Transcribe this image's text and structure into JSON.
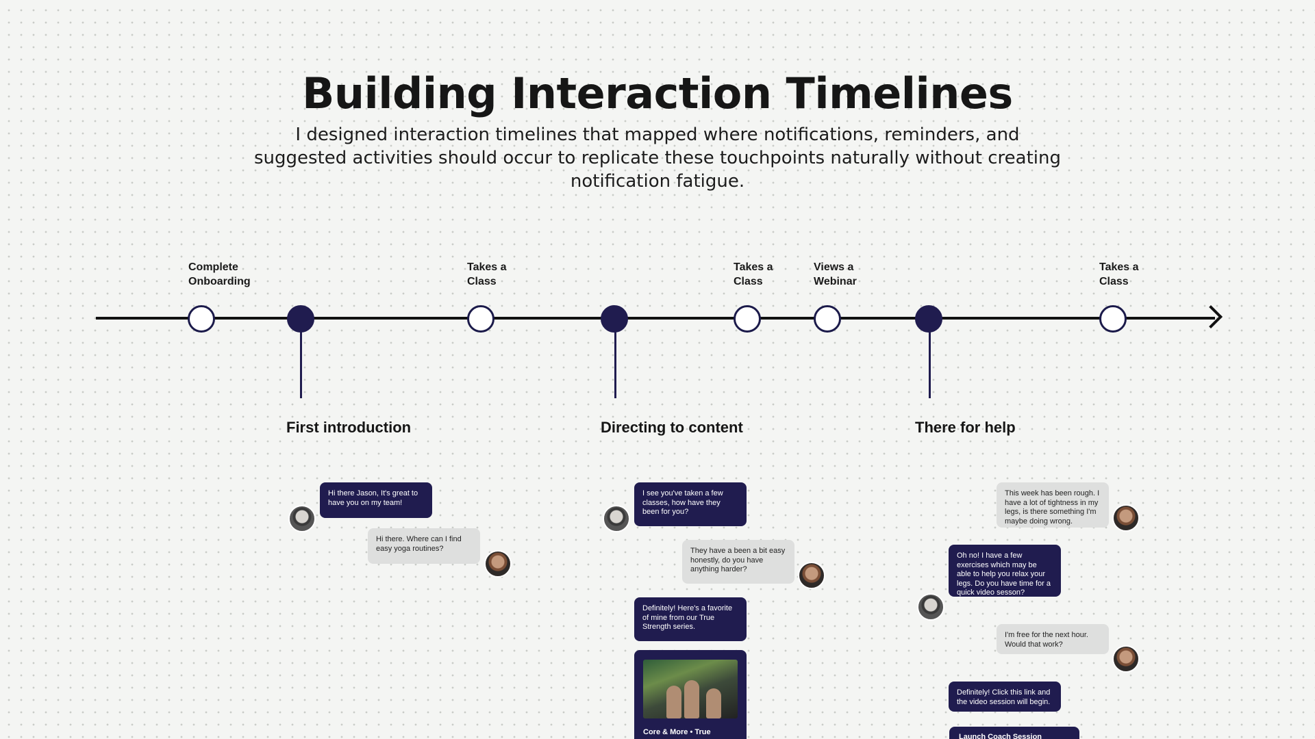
{
  "header": {
    "title": "Building Interaction Timelines",
    "description": "I designed interaction timelines that mapped where notifications, reminders, and suggested activities should occur to replicate these touchpoints naturally without creating notification fatigue."
  },
  "timeline": {
    "events": [
      {
        "label": "Complete\nOnboarding"
      },
      {
        "label": "Takes a\nClass"
      },
      {
        "label": "Takes a\nClass"
      },
      {
        "label": "Views a\nWebinar"
      },
      {
        "label": "Takes a\nClass"
      }
    ]
  },
  "phases": [
    {
      "title": "First introduction",
      "messages": [
        {
          "text": "Hi there Jason, It's great to have you on my team!"
        },
        {
          "text": "Hi there. Where can I find easy yoga routines?"
        }
      ]
    },
    {
      "title": "Directing to content",
      "messages": [
        {
          "text": "I see you've taken a few classes, how have they been for you?"
        },
        {
          "text": "They have a been a bit easy honestly, do you have anything harder?"
        },
        {
          "text": "Definitely! Here's a favorite of mine from our True Strength series."
        }
      ],
      "video_card": {
        "title": "Core & More • True"
      }
    },
    {
      "title": "There for help",
      "messages": [
        {
          "text": "This week has been rough. I have a lot of tightness in my legs, is there something I'm maybe doing wrong."
        },
        {
          "text": "Oh no! I have a few exercises which may be able to help you relax your legs. Do you have time for a quick video sesson?"
        },
        {
          "text": "I'm free for the next hour. Would that work?"
        },
        {
          "text": "Definitely! Click this link and the video session will begin."
        }
      ],
      "launch_button": {
        "label": "Launch Coach Session"
      }
    }
  ],
  "colors": {
    "accent": "#201c4f",
    "user_bubble": "#dedfde",
    "background": "#f4f5f3"
  }
}
